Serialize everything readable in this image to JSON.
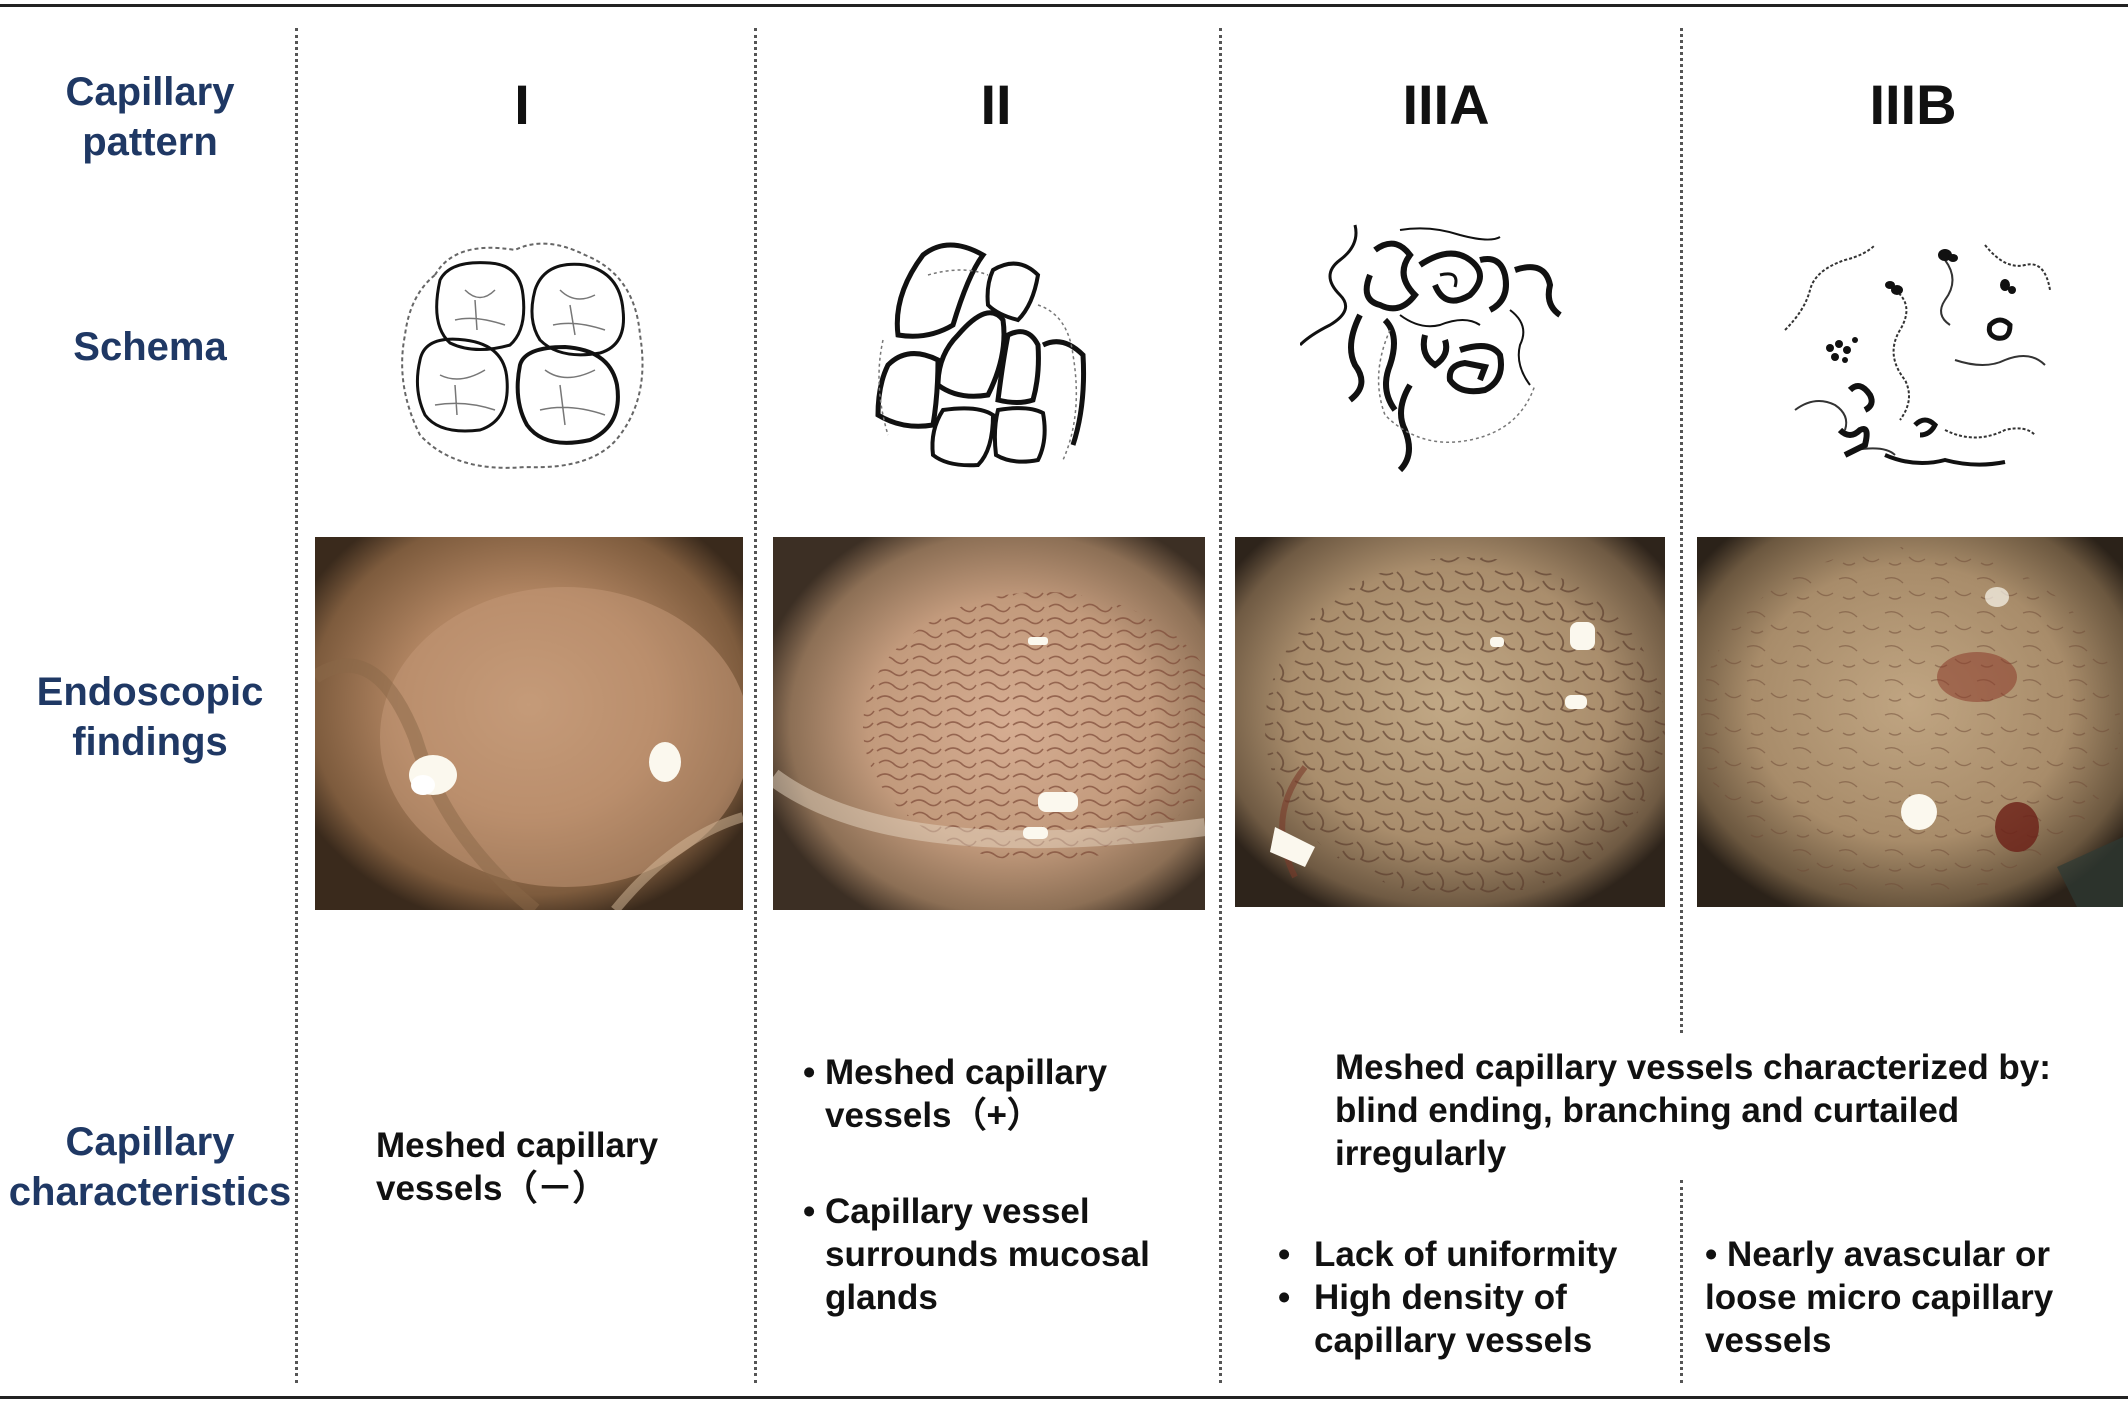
{
  "rows": {
    "pattern": [
      "Capillary",
      "pattern"
    ],
    "schema": "Schema",
    "endoscopic": [
      "Endoscopic",
      "findings"
    ],
    "characteristics": [
      "Capillary",
      "characteristics"
    ]
  },
  "columns": [
    "I",
    "II",
    "IIIA",
    "IIIB"
  ],
  "desc": {
    "col1": [
      "Meshed capillary",
      "vessels（－）"
    ],
    "col2_a": [
      "Meshed capillary",
      "vessels（+）"
    ],
    "col2_b": [
      "Capillary vessel",
      "surrounds mucosal",
      "glands"
    ],
    "shared": [
      "Meshed capillary vessels characterized by:",
      "blind ending, branching and curtailed",
      "irregularly"
    ],
    "col3_a": "Lack of uniformity",
    "col3_b": [
      "High density of",
      "capillary vessels"
    ],
    "col4": [
      "Nearly avascular or",
      "loose micro capillary",
      "vessels"
    ]
  },
  "colors": {
    "row_label": "#1f3864",
    "rule": "#222222"
  }
}
